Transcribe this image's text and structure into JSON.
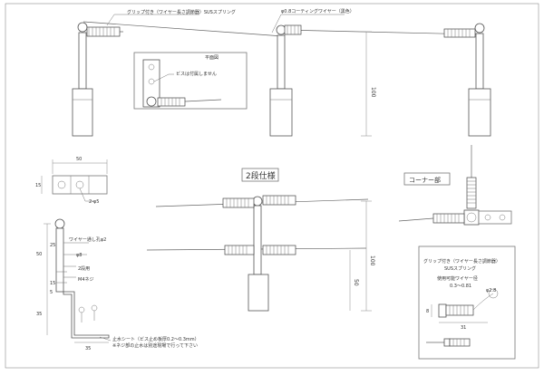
{
  "top": {
    "label_grip": "グリップ付き（ワイヤー長さ調節器）SUSスプリング",
    "label_wire": "φ0.8コーティングワイヤー（黒色）",
    "dim_height": "100"
  },
  "plan": {
    "title": "平面図",
    "note": "ビスは付属しません"
  },
  "bracket": {
    "dim_width": "50",
    "dim_height": "15",
    "hole_note": "2-φ5"
  },
  "side": {
    "dim_25": "25",
    "dim_50": "50",
    "dim_15": "15",
    "dim_5": "5",
    "dim_35v": "35",
    "dim_35h": "35",
    "note_wire_hole": "ワイヤー通し孔φ2",
    "note_phi8": "φ8",
    "note_2dan": "2段用",
    "note_m4": "M4ネジ",
    "note_sheet": "止水シート（ビス止め板厚0.2〜0.3mm）",
    "note_sheet2": "※ネジ部の止水は別途現場で行って下さい"
  },
  "twotier": {
    "title": "2段仕様",
    "dim_100": "100",
    "dim_50": "50"
  },
  "corner": {
    "title": "コーナー部"
  },
  "detail": {
    "line1": "グリップ付き（ワイヤー長さ調節器）",
    "line2": "SUSスプリング",
    "line3": "使用可能ワイヤー径",
    "line4": "0.3〜0.81",
    "dim_8": "8",
    "dim_31": "31",
    "dim_phi28": "φ2.8"
  }
}
